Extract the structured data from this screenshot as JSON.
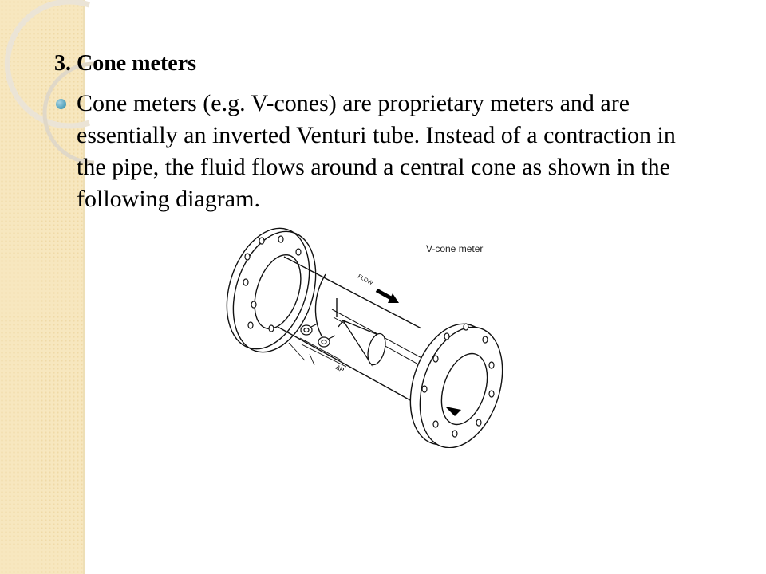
{
  "slide": {
    "title": "3. Cone meters",
    "bullets": [
      {
        "text": "Cone meters (e.g. V-cones) are proprietary meters and are essentially an inverted Venturi tube. Instead of a contraction in the pipe, the fluid flows around a central cone as shown in the following diagram."
      }
    ]
  },
  "diagram": {
    "caption": "V-cone meter",
    "flow_label": "FLOW",
    "dp_label": "ΔP"
  },
  "colors": {
    "band": "#f7e7bf",
    "ring": "#e4dccd",
    "bullet": "#4b9db9"
  }
}
